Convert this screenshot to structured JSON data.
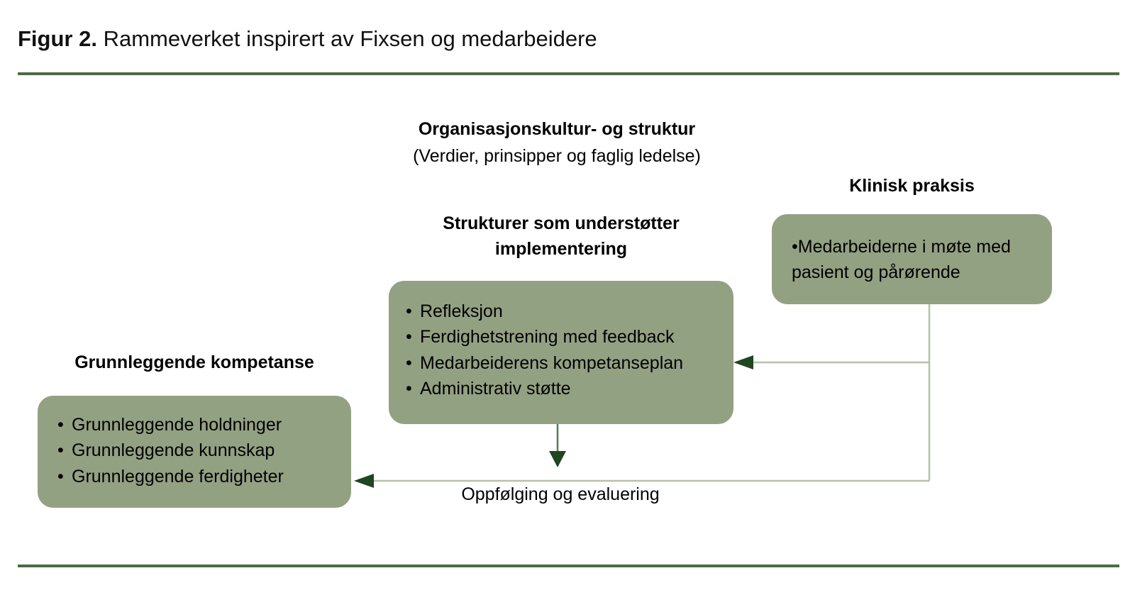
{
  "figure": {
    "label": "Figur 2.",
    "caption": "Rammeverket inspirert av Fixsen og medarbeidere"
  },
  "colors": {
    "box_fill": "#93a183",
    "rule": "#4c6b43",
    "arrow_dark": "#1e4620",
    "connector_line": "#b6c2a8",
    "text": "#000000"
  },
  "diagram": {
    "org_heading": {
      "title": "Organisasjonskultur- og struktur",
      "subtitle": "(Verdier, prinsipper og faglig ledelse)"
    },
    "boxes": {
      "struktur": {
        "heading": "Strukturer som understøtter implementering",
        "items": [
          "Refleksjon",
          "Ferdighetstrening med feedback",
          "Medarbeiderens kompetanseplan",
          "Administrativ støtte"
        ]
      },
      "klinisk": {
        "heading": "Klinisk praksis",
        "items": [
          "Medarbeiderne i møte med pasient og pårørende"
        ]
      },
      "grunnleggende": {
        "heading": "Grunnleggende kompetanse",
        "items": [
          "Grunnleggende holdninger",
          "Grunnleggende kunnskap",
          "Grunnleggende ferdigheter"
        ]
      }
    },
    "connectors": {
      "feedback_label": "Oppfølging og evaluering",
      "bullet_glyph": "•"
    }
  }
}
